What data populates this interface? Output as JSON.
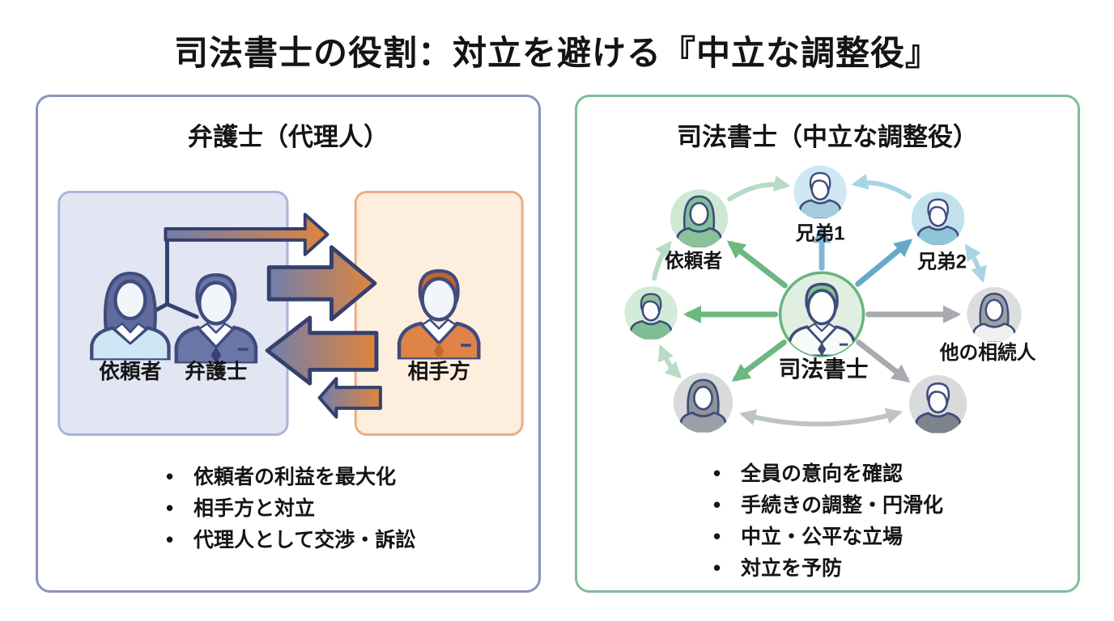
{
  "title": "司法書士の役割：対立を避ける『中立な調整役』",
  "left_panel": {
    "header": "弁護士（代理人）",
    "labels": {
      "client": "依頼者",
      "lawyer": "弁護士",
      "opponent": "相手方"
    },
    "bullets": [
      "依頼者の利益を最大化",
      "相手方と対立",
      "代理人として交渉・訴訟"
    ]
  },
  "right_panel": {
    "header": "司法書士（中立な調整役）",
    "labels": {
      "center": "司法書士",
      "client": "依頼者",
      "sibling1": "兄弟1",
      "sibling2": "兄弟2",
      "other_heirs": "他の相続人"
    },
    "bullets": [
      "全員の意向を確認",
      "手続きの調整・円滑化",
      "中立・公平な立場",
      "対立を予防"
    ]
  },
  "colors": {
    "left_panel_border": "#8a93c0",
    "right_panel_border": "#7cbf95",
    "client_box_bg": "#e2e5f2",
    "client_box_border": "#aab3da",
    "opponent_box_bg": "#fdeede",
    "opponent_box_border": "#ecac81",
    "arrow_gradient_start": "#717eae",
    "arrow_gradient_end": "#e0853b",
    "arrow_outline": "#35406e",
    "network_green": "#6cb880",
    "network_blue": "#7fb6d4",
    "network_teal": "#64aac6",
    "network_gray": "#a7abaf",
    "network_light_green": "#b7dcc3",
    "network_light_blue": "#a9d4e6",
    "network_light_gray": "#bcc5c0",
    "center_node_fill": "#e0efe1",
    "center_node_border": "#68b47c"
  }
}
